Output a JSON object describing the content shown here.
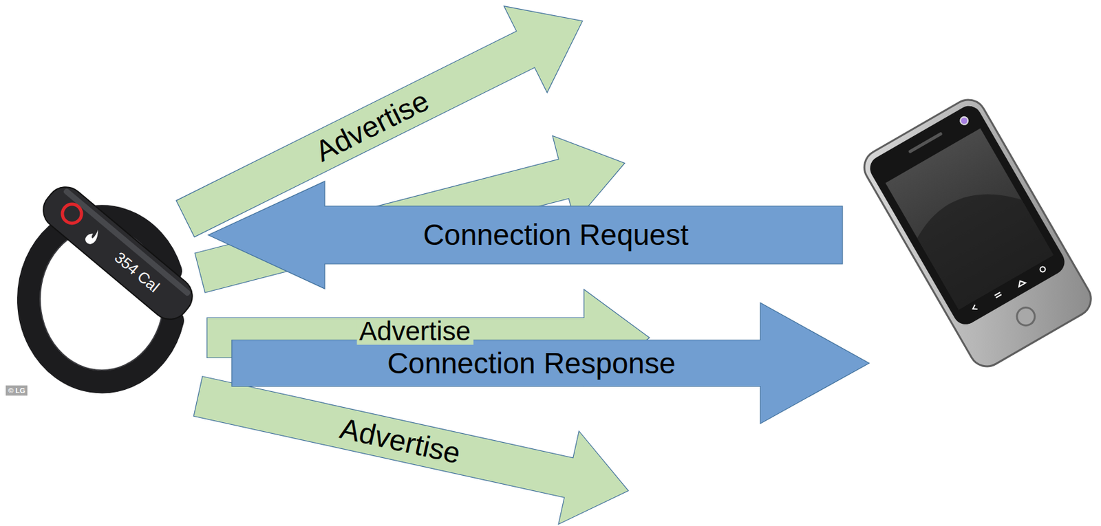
{
  "diagram": {
    "nodes": [
      {
        "text": [
          "Advertise"
        ]
      },
      {
        "text": [
          "Connection Request"
        ]
      },
      {
        "text": [
          "Advertise"
        ]
      },
      {
        "text": [
          "Connection Response"
        ]
      },
      {
        "text": [
          "Advertise"
        ]
      }
    ],
    "labels": [
      "354 Cal",
      "© LG"
    ]
  }
}
